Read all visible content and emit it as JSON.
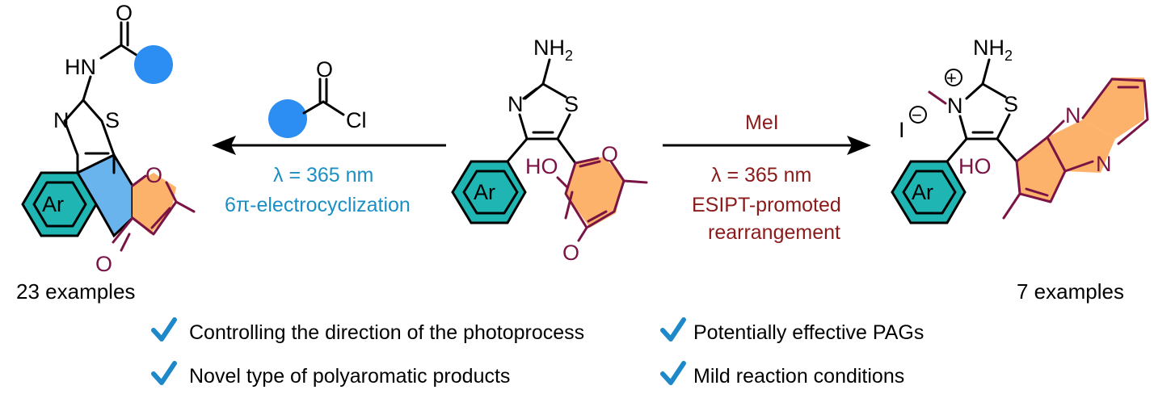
{
  "left_product": {
    "atoms": {
      "o_top": "O",
      "nh": "HN",
      "n": "N",
      "s": "S",
      "o_ring": "O",
      "o_bottom": "O",
      "ar": "Ar"
    },
    "examples": "23 examples"
  },
  "left_reagent": {
    "o": "O",
    "cl": "Cl"
  },
  "left_conditions": {
    "wavelength": "λ = 365 nm",
    "process": "6π-electrocyclization"
  },
  "starting_material": {
    "atoms": {
      "nh2": "NH",
      "nh2_sub": "2",
      "n": "N",
      "s": "S",
      "ho": "HO",
      "o_ring": "O",
      "o_bottom": "O",
      "ar": "Ar"
    }
  },
  "right_conditions": {
    "reagent": "MeI",
    "wavelength": "λ = 365 nm",
    "process_line1": "ESIPT-promoted",
    "process_line2": "rearrangement"
  },
  "right_product": {
    "atoms": {
      "nh2": "NH",
      "nh2_sub": "2",
      "n_plus": "N",
      "plus": "+",
      "s": "S",
      "iodide": "I",
      "minus": "−",
      "ho": "HO",
      "n1": "N",
      "n2": "N",
      "ar": "Ar"
    },
    "examples": "7 examples"
  },
  "features": [
    "Controlling the direction of the photoprocess",
    "Potentially effective PAGs",
    "Novel type of polyaromatic products",
    "Mild reaction conditions"
  ],
  "colors": {
    "blue_circle": "#2c8ef2",
    "teal": "#1fb5b3",
    "orange": "#fdb26b",
    "light_blue": "#6ab4ee",
    "purple": "#7a1445",
    "check": "#1e88c8"
  }
}
